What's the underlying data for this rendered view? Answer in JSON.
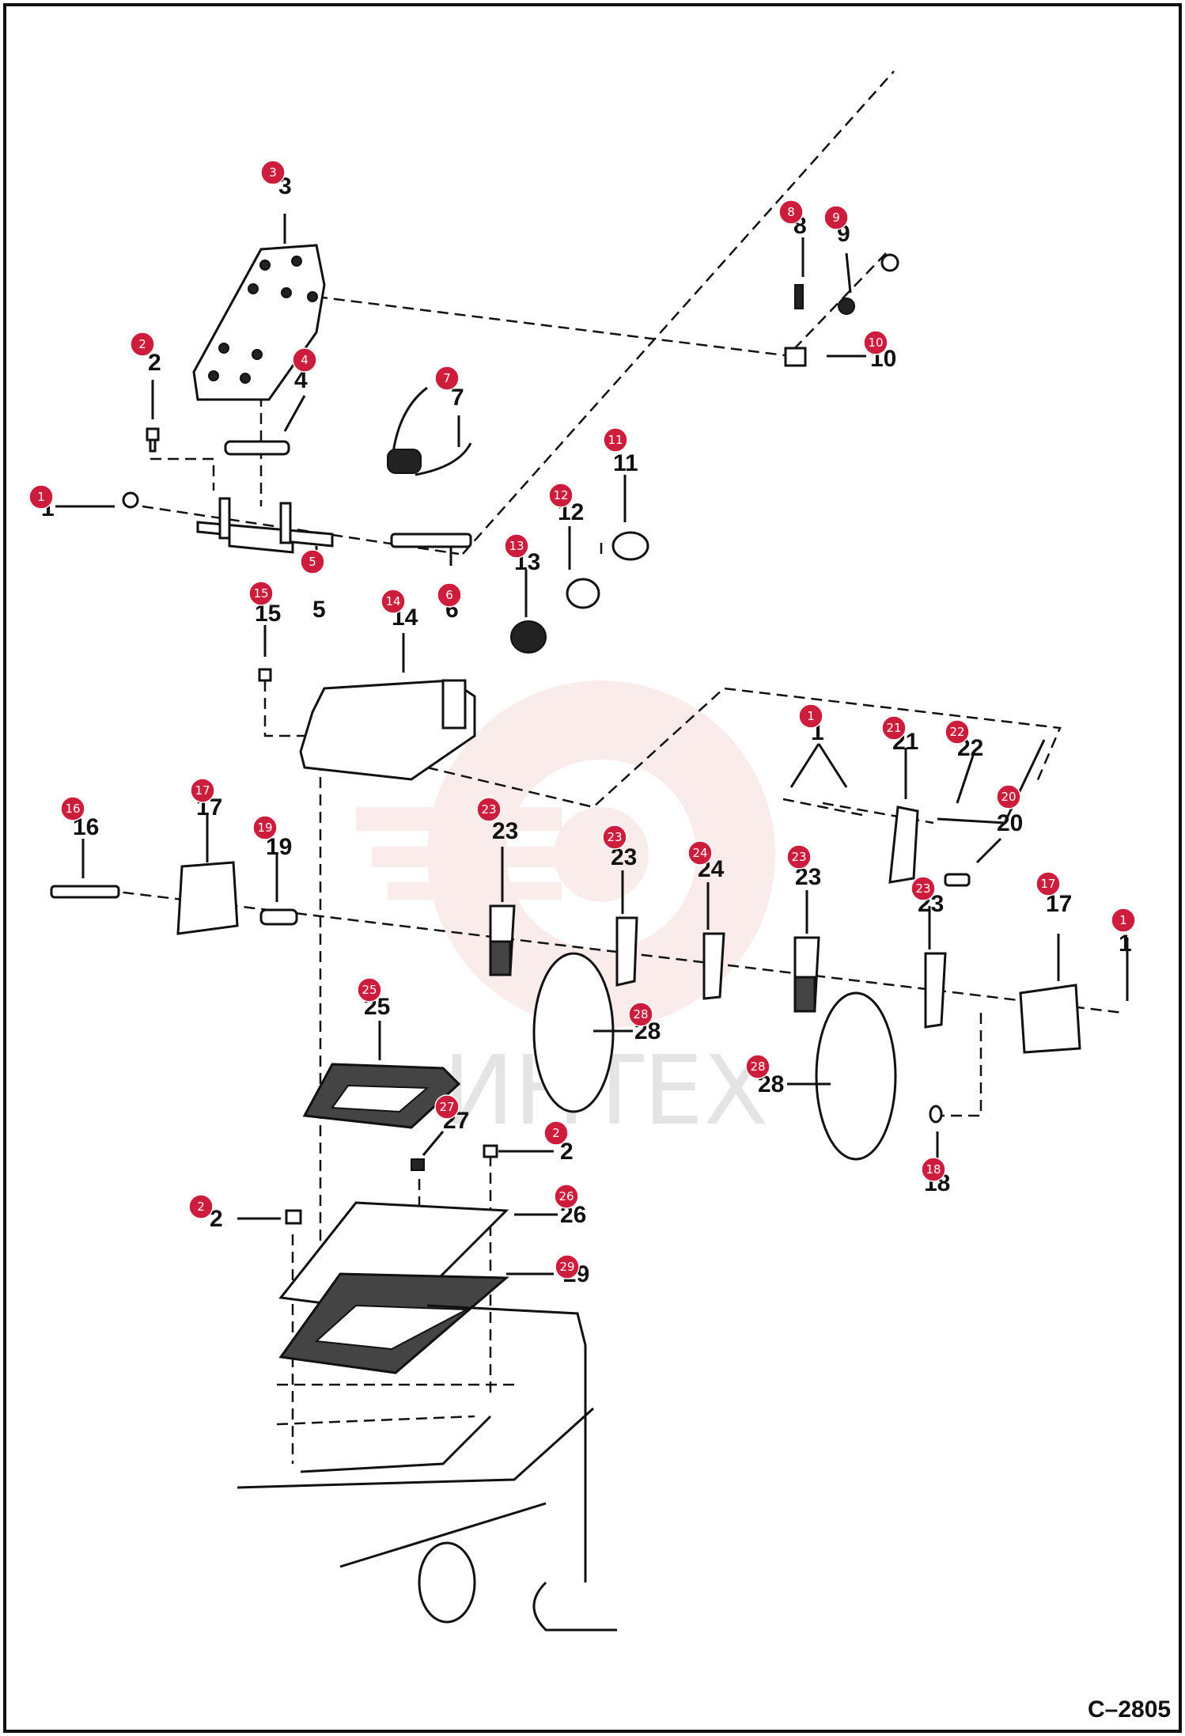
{
  "watermark": "ИНТЕХ",
  "figure_code": "C–2805",
  "colors": {
    "callout": "#cc1e3c",
    "watermark": "#f4c9c9",
    "line": "#111111"
  },
  "callouts": [
    {
      "n": "1"
    },
    {
      "n": "2"
    },
    {
      "n": "3"
    },
    {
      "n": "4"
    },
    {
      "n": "5"
    },
    {
      "n": "6"
    },
    {
      "n": "7"
    },
    {
      "n": "8"
    },
    {
      "n": "9"
    },
    {
      "n": "10"
    },
    {
      "n": "11"
    },
    {
      "n": "12"
    },
    {
      "n": "13"
    },
    {
      "n": "14"
    },
    {
      "n": "15"
    },
    {
      "n": "16"
    },
    {
      "n": "17"
    },
    {
      "n": "19"
    },
    {
      "n": "23"
    },
    {
      "n": "23"
    },
    {
      "n": "24"
    },
    {
      "n": "23"
    },
    {
      "n": "21"
    },
    {
      "n": "22"
    },
    {
      "n": "20"
    },
    {
      "n": "1"
    },
    {
      "n": "23"
    },
    {
      "n": "17"
    },
    {
      "n": "1"
    },
    {
      "n": "25"
    },
    {
      "n": "28"
    },
    {
      "n": "28"
    },
    {
      "n": "27"
    },
    {
      "n": "2"
    },
    {
      "n": "2"
    },
    {
      "n": "26"
    },
    {
      "n": "29"
    },
    {
      "n": "18"
    }
  ],
  "labels": [
    {
      "n": "3"
    },
    {
      "n": "2"
    },
    {
      "n": "4"
    },
    {
      "n": "7"
    },
    {
      "n": "8"
    },
    {
      "n": "9"
    },
    {
      "n": "10"
    },
    {
      "n": "11"
    },
    {
      "n": "12"
    },
    {
      "n": "1"
    },
    {
      "n": "13"
    },
    {
      "n": "5"
    },
    {
      "n": "6"
    },
    {
      "n": "15"
    },
    {
      "n": "14"
    },
    {
      "n": "1"
    },
    {
      "n": "21"
    },
    {
      "n": "22"
    },
    {
      "n": "20"
    },
    {
      "n": "16"
    },
    {
      "n": "17"
    },
    {
      "n": "19"
    },
    {
      "n": "23"
    },
    {
      "n": "23"
    },
    {
      "n": "24"
    },
    {
      "n": "23"
    },
    {
      "n": "23"
    },
    {
      "n": "17"
    },
    {
      "n": "1"
    },
    {
      "n": "25"
    },
    {
      "n": "28"
    },
    {
      "n": "28"
    },
    {
      "n": "27"
    },
    {
      "n": "2"
    },
    {
      "n": "2"
    },
    {
      "n": "26"
    },
    {
      "n": "29"
    },
    {
      "n": "18"
    }
  ]
}
